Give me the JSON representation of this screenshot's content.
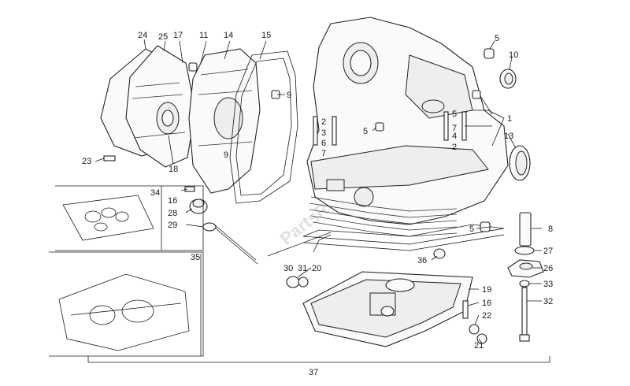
{
  "watermark": "PartsRepublik",
  "callouts": [
    {
      "id": "c24",
      "text": "24"
    },
    {
      "id": "c25",
      "text": "25"
    },
    {
      "id": "c17",
      "text": "17"
    },
    {
      "id": "c11",
      "text": "11"
    },
    {
      "id": "c14",
      "text": "14"
    },
    {
      "id": "c15",
      "text": "15"
    },
    {
      "id": "c9a",
      "text": "9"
    },
    {
      "id": "c18",
      "text": "18"
    },
    {
      "id": "c23",
      "text": "23"
    },
    {
      "id": "c9b",
      "text": "9"
    },
    {
      "id": "c10",
      "text": "10"
    },
    {
      "id": "c5a",
      "text": "5"
    },
    {
      "id": "c5b",
      "text": "5"
    },
    {
      "id": "c7a",
      "text": "7"
    },
    {
      "id": "c1",
      "text": "1"
    },
    {
      "id": "c13",
      "text": "13"
    },
    {
      "id": "c2a",
      "text": "2"
    },
    {
      "id": "c3",
      "text": "3"
    },
    {
      "id": "c6",
      "text": "6"
    },
    {
      "id": "c7b",
      "text": "7"
    },
    {
      "id": "c5c",
      "text": "5"
    },
    {
      "id": "c4",
      "text": "4"
    },
    {
      "id": "c2b",
      "text": "2"
    },
    {
      "id": "c34",
      "text": "34"
    },
    {
      "id": "c16a",
      "text": "16"
    },
    {
      "id": "c28",
      "text": "28"
    },
    {
      "id": "c29",
      "text": "29"
    },
    {
      "id": "c8",
      "text": "8"
    },
    {
      "id": "c5d",
      "text": "5"
    },
    {
      "id": "c27",
      "text": "27"
    },
    {
      "id": "c35",
      "text": "35"
    },
    {
      "id": "c36",
      "text": "36"
    },
    {
      "id": "c26",
      "text": "26"
    },
    {
      "id": "c30",
      "text": "30"
    },
    {
      "id": "c31",
      "text": "31"
    },
    {
      "id": "c20",
      "text": "20"
    },
    {
      "id": "c33",
      "text": "33"
    },
    {
      "id": "c19",
      "text": "19"
    },
    {
      "id": "c16b",
      "text": "16"
    },
    {
      "id": "c32",
      "text": "32"
    },
    {
      "id": "c22",
      "text": "22"
    },
    {
      "id": "c21",
      "text": "21"
    },
    {
      "id": "c37",
      "text": "37"
    }
  ]
}
